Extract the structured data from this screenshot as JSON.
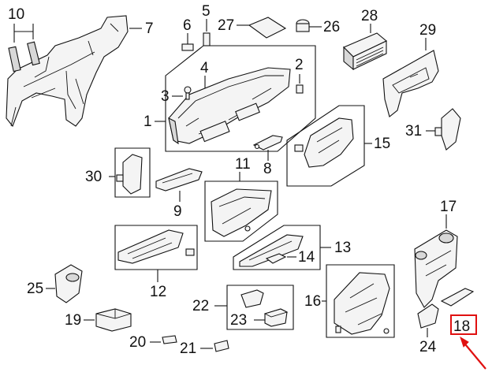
{
  "callouts": {
    "c1": "1",
    "c2": "2",
    "c3": "3",
    "c4": "4",
    "c5": "5",
    "c6": "6",
    "c7": "7",
    "c8": "8",
    "c9": "9",
    "c10": "10",
    "c11": "11",
    "c12": "12",
    "c13": "13",
    "c14": "14",
    "c15": "15",
    "c16": "16",
    "c17": "17",
    "c18": "18",
    "c19": "19",
    "c20": "20",
    "c21": "21",
    "c22": "22",
    "c23": "23",
    "c24": "24",
    "c25": "25",
    "c26": "26",
    "c27": "27",
    "c28": "28",
    "c29": "29",
    "c30": "30",
    "c31": "31"
  },
  "highlight": {
    "part": "18",
    "color": "#e01010"
  },
  "icons": [
    "instrument-panel-frame",
    "dash-panel",
    "glove-box",
    "air-vent",
    "bracket",
    "clip",
    "screw"
  ]
}
